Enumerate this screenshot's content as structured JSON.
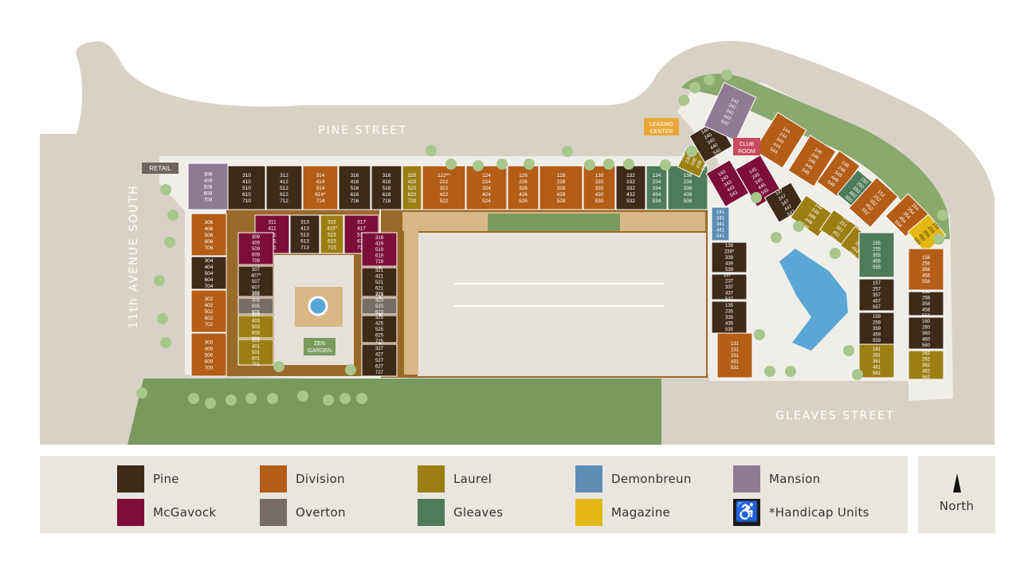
{
  "map": {
    "streets": {
      "pine": "PINE STREET",
      "avenue": "11th AVENUE SOUTH",
      "gleaves": "GLEAVES STREET"
    },
    "labels": {
      "retail": "RETAIL",
      "leasing": [
        "LEASING",
        "CENTER"
      ],
      "club": [
        "CLUB",
        "ROOM"
      ],
      "zen": [
        "ZEN",
        "GARDEN"
      ]
    },
    "colors": {
      "pine": "#3f2a18",
      "division": "#b45d17",
      "laurel": "#9b7f14",
      "demonbreun": "#5d8db5",
      "mansion": "#8f7a93",
      "mcgavock": "#7c0f3a",
      "overton": "#766e66",
      "gleaves": "#4e7b5a",
      "magazine": "#e3b812",
      "handicap": "#1a1a1a",
      "street": "#d8d2c6",
      "grass": "#799a5e",
      "path": "#9a6a2b",
      "parking": "#e6e2da",
      "pool": "#5aa7d6"
    },
    "buildings": {
      "north_row": [
        {
          "color": "pine",
          "units": [
            "310",
            "410",
            "510",
            "610",
            "710"
          ]
        },
        {
          "color": "pine",
          "units": [
            "312",
            "412",
            "512",
            "612",
            "712"
          ]
        },
        {
          "color": "division",
          "units": [
            "314",
            "414",
            "514",
            "614*",
            "714"
          ]
        },
        {
          "color": "pine",
          "units": [
            "316",
            "416",
            "516",
            "616",
            "716"
          ]
        },
        {
          "color": "pine",
          "units": [
            "318",
            "418",
            "518",
            "618",
            "718"
          ]
        },
        {
          "color": "laurel",
          "units": [
            "320",
            "420",
            "520",
            "620",
            "720"
          ]
        },
        {
          "color": "division",
          "units": [
            "122**",
            "222",
            "322",
            "422",
            "522"
          ]
        },
        {
          "color": "division",
          "units": [
            "124",
            "224",
            "324",
            "424",
            "524"
          ]
        },
        {
          "color": "division",
          "units": [
            "126",
            "226",
            "326",
            "426",
            "526"
          ]
        },
        {
          "color": "division",
          "units": [
            "128",
            "228",
            "328",
            "428",
            "528"
          ]
        },
        {
          "color": "division",
          "units": [
            "130",
            "230",
            "330",
            "430",
            "530"
          ]
        },
        {
          "color": "pine",
          "units": [
            "132",
            "232",
            "332",
            "432",
            "532"
          ]
        },
        {
          "color": "gleaves",
          "units": [
            "134",
            "234",
            "334",
            "434",
            "534"
          ]
        },
        {
          "color": "gleaves",
          "units": [
            "136",
            "236",
            "336",
            "436",
            "536"
          ]
        }
      ],
      "corner": {
        "color": "mansion",
        "units": [
          "308",
          "408",
          "508",
          "608",
          "708"
        ]
      },
      "west_col": [
        {
          "color": "division",
          "units": [
            "306",
            "406",
            "506",
            "606",
            "706"
          ]
        },
        {
          "color": "pine",
          "units": [
            "304",
            "404",
            "504",
            "604",
            "704"
          ]
        },
        {
          "color": "division",
          "units": [
            "302",
            "402",
            "502",
            "602",
            "702"
          ]
        },
        {
          "color": "division",
          "units": [
            "300",
            "400",
            "500",
            "600",
            "700"
          ]
        }
      ],
      "inner_top": [
        {
          "color": "mcgavock",
          "units": [
            "311",
            "411",
            "511",
            "611",
            "711"
          ]
        },
        {
          "color": "pine",
          "units": [
            "313",
            "413",
            "513",
            "613",
            "713"
          ]
        },
        {
          "color": "laurel",
          "units": [
            "315",
            "415*",
            "515",
            "615",
            "715"
          ]
        },
        {
          "color": "mcgavock",
          "units": [
            "317",
            "417",
            "517",
            "617",
            "717"
          ]
        }
      ],
      "inner_west": [
        {
          "color": "mcgavock",
          "units": [
            "309",
            "409",
            "509",
            "609",
            "709"
          ]
        },
        {
          "color": "pine",
          "units": [
            "307",
            "407*",
            "507",
            "607",
            "707"
          ]
        },
        {
          "color": "overton",
          "units": [
            "305",
            "405",
            "505",
            "605",
            "705"
          ]
        },
        {
          "color": "laurel",
          "units": [
            "303",
            "403",
            "503",
            "603",
            "703"
          ]
        },
        {
          "color": "laurel",
          "units": [
            "301",
            "401",
            "501",
            "601",
            "701"
          ]
        }
      ],
      "inner_east": [
        {
          "color": "mcgavock",
          "units": [
            "319",
            "419",
            "519",
            "619",
            "719"
          ]
        },
        {
          "color": "pine",
          "units": [
            "321",
            "421",
            "521",
            "621",
            "721"
          ]
        },
        {
          "color": "overton",
          "units": [
            "323",
            "423",
            "523",
            "623",
            "723"
          ]
        },
        {
          "color": "pine",
          "units": [
            "325",
            "425",
            "525",
            "625",
            "725"
          ]
        },
        {
          "color": "pine",
          "units": [
            "327",
            "427",
            "527",
            "627",
            "727"
          ]
        }
      ],
      "east_wing": [
        {
          "color": "laurel",
          "units": [
            "138",
            "238",
            "338",
            "438",
            "538"
          ]
        },
        {
          "color": "pine",
          "units": [
            "140",
            "240",
            "340",
            "440",
            "540"
          ]
        },
        {
          "color": "mansion",
          "units": [
            "142",
            "242",
            "342",
            "442",
            "542"
          ]
        },
        {
          "color": "division",
          "units": [
            "144",
            "244",
            "344",
            "444",
            "544"
          ]
        },
        {
          "color": "division",
          "units": [
            "146",
            "246",
            "346",
            "446",
            "546"
          ]
        },
        {
          "color": "division",
          "units": [
            "148",
            "248",
            "348",
            "448",
            "548"
          ]
        },
        {
          "color": "gleaves",
          "units": [
            "150",
            "250",
            "350",
            "450",
            "550"
          ]
        },
        {
          "color": "division",
          "units": [
            "152",
            "252",
            "352",
            "452",
            "552"
          ]
        },
        {
          "color": "division",
          "units": [
            "154",
            "254",
            "354",
            "454",
            "554"
          ]
        },
        {
          "color": "magazine",
          "units": [
            "156",
            "256",
            "356",
            "456",
            "556"
          ]
        }
      ],
      "courtyard_ring": [
        {
          "color": "mcgavock",
          "units": [
            "143",
            "243",
            "343",
            "443",
            "543"
          ]
        },
        {
          "color": "mcgavock",
          "units": [
            "145",
            "245",
            "345",
            "445",
            "545"
          ]
        },
        {
          "color": "pine",
          "units": [
            "147",
            "247",
            "347",
            "447",
            "547"
          ]
        },
        {
          "color": "laurel",
          "units": [
            "149",
            "249",
            "349",
            "449",
            "549"
          ]
        },
        {
          "color": "laurel",
          "units": [
            "151",
            "251",
            "351",
            "451",
            "551"
          ]
        },
        {
          "color": "laurel",
          "units": [
            "153",
            "253",
            "353",
            "453",
            "553"
          ]
        }
      ],
      "west_courtyard": [
        {
          "color": "demonbreun",
          "units": [
            "141",
            "241",
            "341",
            "441",
            "541"
          ]
        },
        {
          "color": "pine",
          "units": [
            "139",
            "239*",
            "339",
            "439",
            "539"
          ]
        },
        {
          "color": "pine",
          "units": [
            "137**",
            "237",
            "337",
            "437",
            "537"
          ]
        },
        {
          "color": "pine",
          "units": [
            "135",
            "235",
            "335",
            "435",
            "535"
          ]
        },
        {
          "color": "division",
          "units": [
            "131",
            "231",
            "331",
            "431",
            "531"
          ]
        }
      ],
      "east_courtyard": [
        {
          "color": "gleaves",
          "units": [
            "155",
            "255",
            "355",
            "455",
            "555"
          ]
        },
        {
          "color": "pine",
          "units": [
            "157",
            "257",
            "357",
            "457",
            "557"
          ]
        },
        {
          "color": "pine",
          "units": [
            "159",
            "259",
            "359",
            "459",
            "559"
          ]
        },
        {
          "color": "laurel",
          "units": [
            "161",
            "261",
            "361",
            "461",
            "561"
          ]
        }
      ],
      "far_east": [
        {
          "color": "division",
          "units": [
            "156",
            "256",
            "356",
            "456",
            "556"
          ]
        },
        {
          "color": "pine",
          "units": [
            "158",
            "258",
            "358",
            "458",
            "558"
          ]
        },
        {
          "color": "pine",
          "units": [
            "160",
            "260",
            "360",
            "460",
            "560"
          ]
        },
        {
          "color": "laurel",
          "units": [
            "162",
            "262",
            "362",
            "462",
            "562"
          ]
        }
      ]
    }
  },
  "legend": [
    {
      "key": "pine",
      "label": "Pine"
    },
    {
      "key": "division",
      "label": "Division"
    },
    {
      "key": "laurel",
      "label": "Laurel"
    },
    {
      "key": "demonbreun",
      "label": "Demonbreun"
    },
    {
      "key": "mansion",
      "label": "Mansion"
    },
    {
      "key": "mcgavock",
      "label": "McGavock"
    },
    {
      "key": "overton",
      "label": "Overton"
    },
    {
      "key": "gleaves",
      "label": "Gleaves"
    },
    {
      "key": "magazine",
      "label": "Magazine"
    },
    {
      "key": "handicap",
      "label": "*Handicap Units",
      "icon": "wheelchair-icon"
    }
  ],
  "north": {
    "label": "North",
    "icon": "north-arrow-icon"
  }
}
